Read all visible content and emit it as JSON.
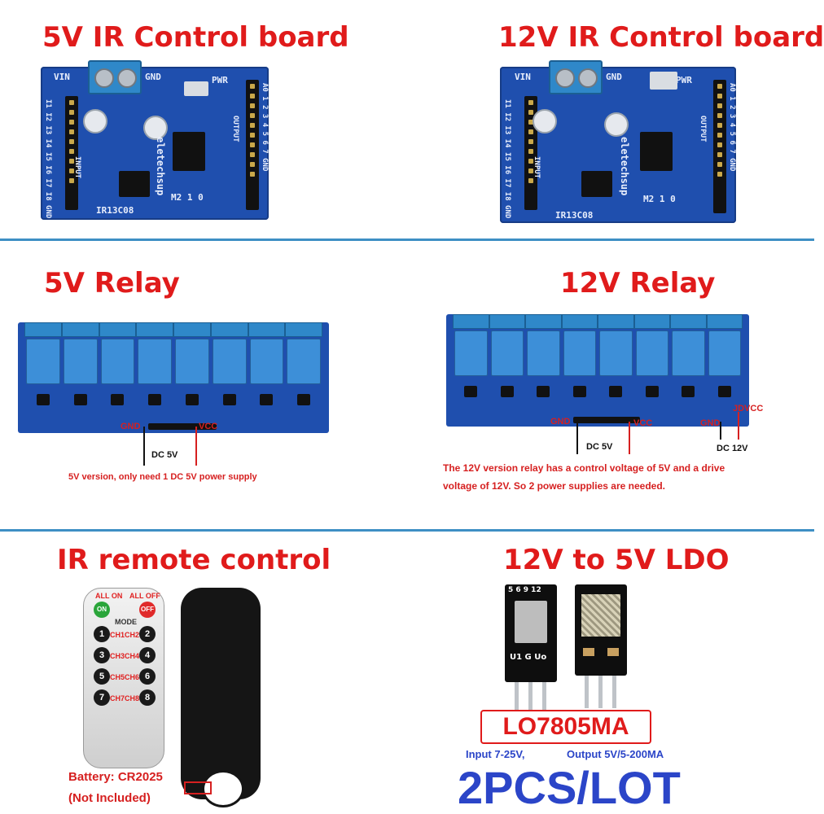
{
  "sections": {
    "ir_board_5v": {
      "title": "5V IR Control board",
      "silk": {
        "vin": "VIN",
        "gnd": "GND",
        "pwr": "PWR",
        "input": "INPUT",
        "output": "OUTPUT",
        "brand": "eletechsup",
        "model": "IR13C08",
        "mode": "M2 1 0",
        "inputs": "I1 I2 I3 I4 I5 I6 I7 I8 GND",
        "outputs": "A0 1 2 3 4 5 6 7 GND"
      }
    },
    "ir_board_12v": {
      "title": "12V IR Control board",
      "silk": {
        "vin": "VIN",
        "gnd": "GND",
        "pwr": "PWR",
        "input": "INPUT",
        "output": "OUTPUT",
        "brand": "eletechsup",
        "model": "IR13C08",
        "mode": "M2 1 0",
        "inputs": "I1 I2 I3 I4 I5 I6 I7 I8 GND",
        "outputs": "A0 1 2 3 4 5 6 7 GND"
      }
    },
    "relay_5v": {
      "title": "5V Relay",
      "gnd": "GND",
      "vcc": "VCC",
      "dc": "DC 5V",
      "note": "5V version, only need 1 DC 5V power supply"
    },
    "relay_12v": {
      "title": "12V Relay",
      "gnd": "GND",
      "vcc": "VCC",
      "gnd2": "GND",
      "jdvcc": "JDVCC",
      "dc": "DC 5V",
      "dc12": "DC 12V",
      "note_line1": "The 12V version relay has a control voltage of 5V and a drive",
      "note_line2": "voltage of 12V. So 2 power supplies are needed."
    },
    "remote": {
      "title": "IR remote control",
      "all_on": "ALL ON",
      "all_off": "ALL OFF",
      "on": "ON",
      "off": "OFF",
      "mode": "MODE",
      "battery": "Battery: CR2025",
      "not_included": "(Not Included)",
      "buttons": [
        {
          "num": "1",
          "ch": "CH1"
        },
        {
          "num": "2",
          "ch": "CH2"
        },
        {
          "num": "3",
          "ch": "CH3"
        },
        {
          "num": "4",
          "ch": "CH4"
        },
        {
          "num": "5",
          "ch": "CH5"
        },
        {
          "num": "6",
          "ch": "CH6"
        },
        {
          "num": "7",
          "ch": "CH7"
        },
        {
          "num": "8",
          "ch": "CH8"
        }
      ]
    },
    "ldo": {
      "title": "12V to 5V LDO",
      "model": "LO7805MA",
      "pins": "U1 G Uo",
      "top_pins": "5 6 9 12",
      "input": "Input 7-25V,",
      "output": "Output 5V/5-200MA",
      "lot": "2PCS/LOT"
    }
  },
  "colors": {
    "title_red": "#e01b1b",
    "divider_blue": "#3e8fc4",
    "pcb_blue": "#1f4fae",
    "lot_blue": "#2b45c8"
  }
}
